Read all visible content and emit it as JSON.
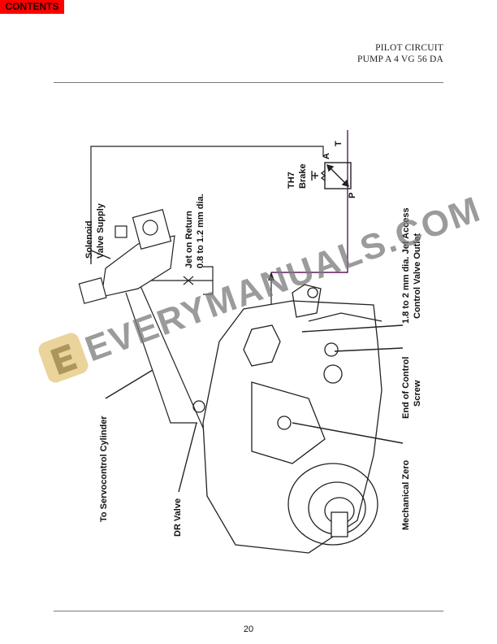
{
  "nav": {
    "contents_label": "CONTENTS",
    "contents_color": "#ff0000"
  },
  "header": {
    "line1": "PILOT CIRCUIT",
    "line2": "PUMP A 4 VG 56 DA"
  },
  "diagram": {
    "labels": {
      "solenoid_line1": "Solenoid",
      "solenoid_line2": "Valve Supply",
      "jet_return_line1": "Jet on Return",
      "jet_return_line2": "0.8 to 1.2 mm dia.",
      "brake_line1": "TH7",
      "brake_line2": "Brake",
      "port_t": "T",
      "port_a": "A",
      "port_p": "P",
      "jet_access_line1": "1.8 to 2 mm dia. Jet Access",
      "jet_access_line2": "Control Valve Outlet",
      "end_control_line1": "End of Control",
      "end_control_line2": "Screw",
      "mechanical_zero": "Mechanical Zero",
      "servocontrol": "To Servocontrol Cylinder",
      "dr_valve": "DR Valve"
    },
    "line_color": "#5a1a5a"
  },
  "watermark": {
    "text": "EVERYMANUALS.COM",
    "logo_letter": "E"
  },
  "footer": {
    "page_number": "20"
  }
}
